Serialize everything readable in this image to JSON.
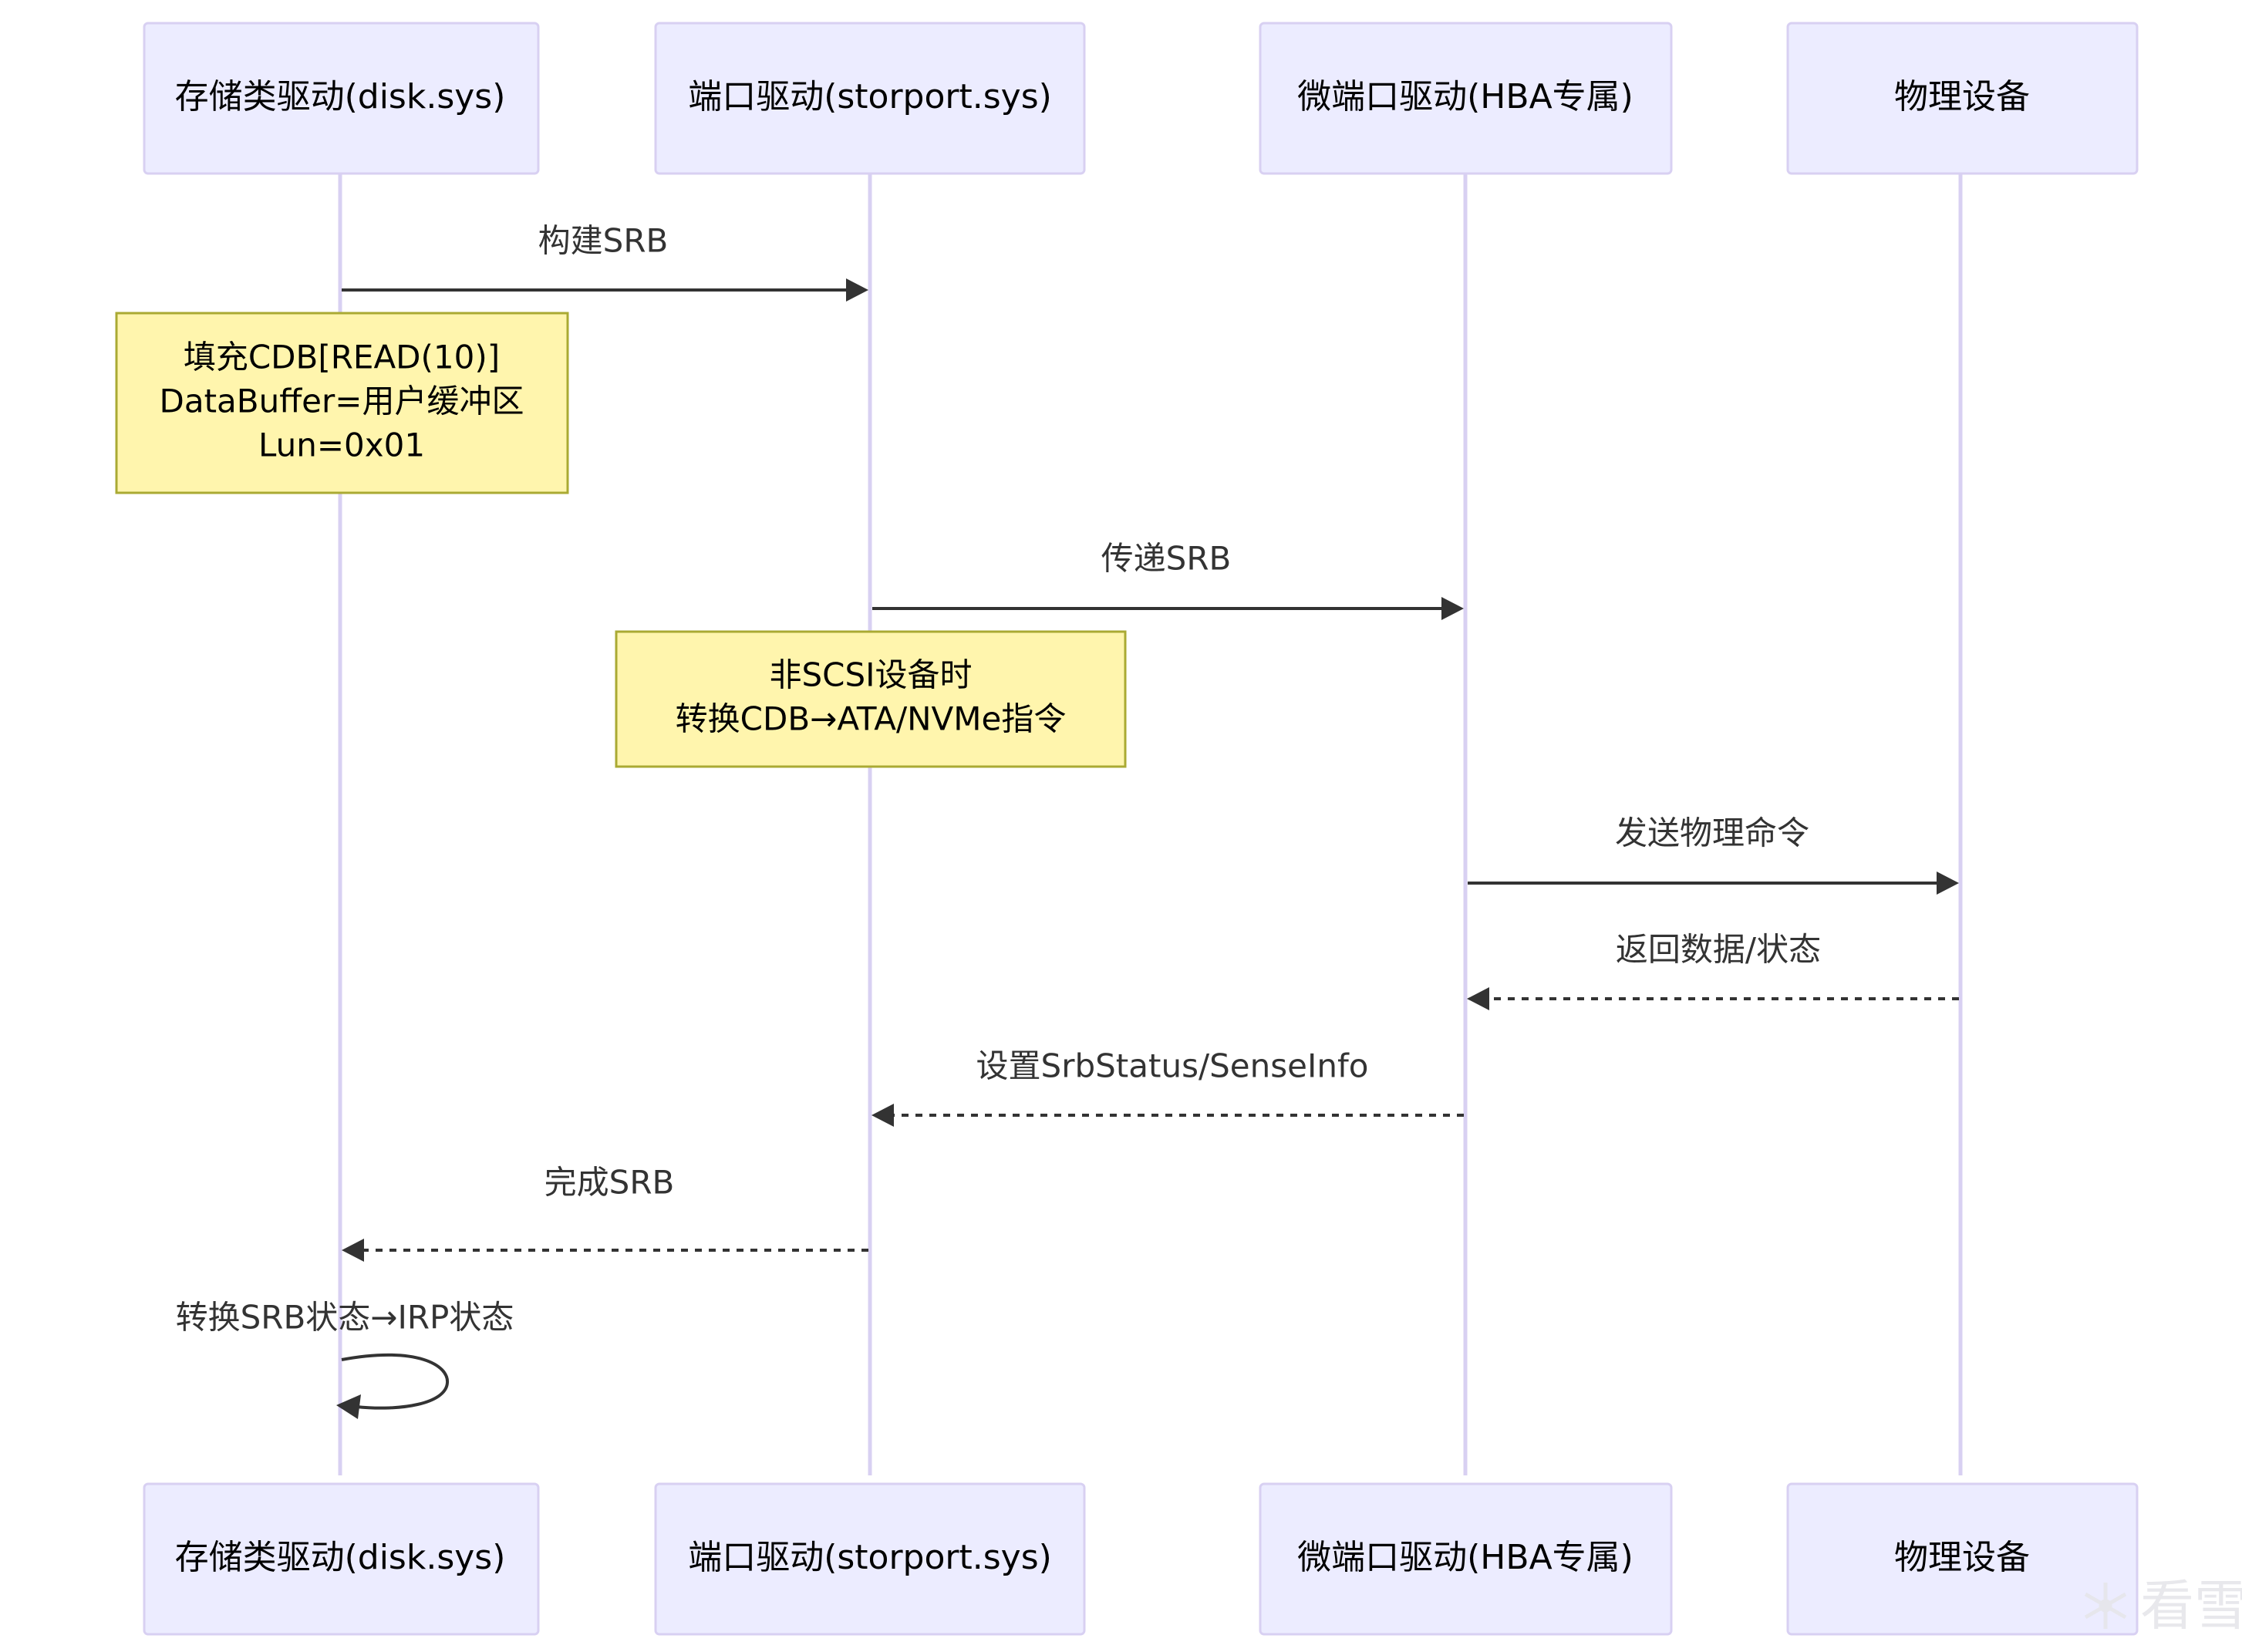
{
  "diagram": {
    "type": "sequence",
    "participants": [
      {
        "id": "disk",
        "label": "存储类驱动(disk.sys)"
      },
      {
        "id": "storport",
        "label": "端口驱动(storport.sys)"
      },
      {
        "id": "miniport",
        "label": "微端口驱动(HBA专属)"
      },
      {
        "id": "device",
        "label": "物理设备"
      }
    ],
    "messages": [
      {
        "from": "disk",
        "to": "storport",
        "label": "构建SRB",
        "style": "solid"
      },
      {
        "from": "storport",
        "to": "miniport",
        "label": "传递SRB",
        "style": "solid"
      },
      {
        "from": "miniport",
        "to": "device",
        "label": "发送物理命令",
        "style": "solid"
      },
      {
        "from": "device",
        "to": "miniport",
        "label": "返回数据/状态",
        "style": "dashed"
      },
      {
        "from": "miniport",
        "to": "storport",
        "label": "设置SrbStatus/SenseInfo",
        "style": "dashed"
      },
      {
        "from": "storport",
        "to": "disk",
        "label": "完成SRB",
        "style": "dashed"
      },
      {
        "from": "disk",
        "to": "disk",
        "label": "转换SRB状态→IRP状态",
        "style": "solid"
      }
    ],
    "notes": [
      {
        "over": "disk",
        "lines": [
          "填充CDB[READ(10)]",
          "DataBuffer=用户缓冲区",
          "Lun=0x01"
        ]
      },
      {
        "over": "storport",
        "lines": [
          "非SCSI设备时",
          "转换CDB→ATA/NVMe指令"
        ]
      }
    ]
  },
  "colors": {
    "actor_fill": "#ECECFF",
    "actor_border": "#D8D0F2",
    "note_fill": "#FFF5AD",
    "note_border": "#AAAA33",
    "line": "#333333"
  },
  "watermark": {
    "icon": "snowflake-icon",
    "text": "看雪"
  }
}
